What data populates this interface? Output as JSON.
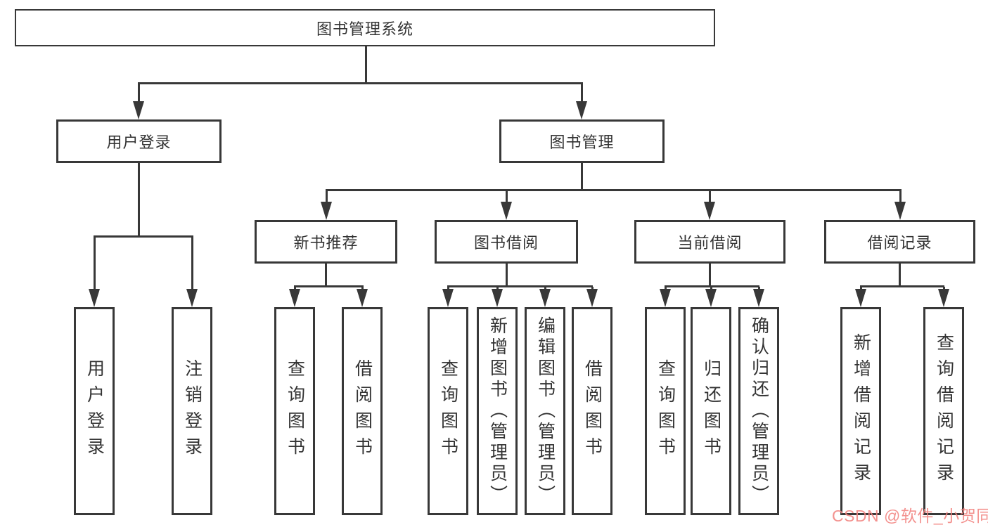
{
  "diagram": {
    "root": {
      "label": "图书管理系统"
    },
    "level2": {
      "user_login": {
        "label": "用户登录"
      },
      "book_mgmt": {
        "label": "图书管理"
      }
    },
    "level3": {
      "new_books": {
        "label": "新书推荐"
      },
      "book_borrow": {
        "label": "图书借阅"
      },
      "current_borrow": {
        "label": "当前借阅"
      },
      "borrow_records": {
        "label": "借阅记录"
      }
    },
    "leaves": {
      "user_login_1": {
        "label": "用户登录"
      },
      "user_login_2": {
        "label": "注销登录"
      },
      "new_books_1": {
        "label": "查询图书"
      },
      "new_books_2": {
        "label": "借阅图书"
      },
      "book_borrow_1": {
        "label": "查询图书"
      },
      "book_borrow_2": {
        "label": "新增图书（管理员）"
      },
      "book_borrow_3": {
        "label": "编辑图书（管理员）"
      },
      "book_borrow_4": {
        "label": "借阅图书"
      },
      "current_borrow_1": {
        "label": "查询图书"
      },
      "current_borrow_2": {
        "label": "归还图书"
      },
      "current_borrow_3": {
        "label": "确认归还（管理员）"
      },
      "borrow_records_1": {
        "label": "新增借阅记录"
      },
      "borrow_records_2": {
        "label": "查询借阅记录"
      }
    },
    "structure": {
      "图书管理系统": [
        "用户登录",
        "图书管理"
      ],
      "用户登录": [
        "用户登录",
        "注销登录"
      ],
      "图书管理": [
        "新书推荐",
        "图书借阅",
        "当前借阅",
        "借阅记录"
      ],
      "新书推荐": [
        "查询图书",
        "借阅图书"
      ],
      "图书借阅": [
        "查询图书",
        "新增图书（管理员）",
        "编辑图书（管理员）",
        "借阅图书"
      ],
      "当前借阅": [
        "查询图书",
        "归还图书",
        "确认归还（管理员）"
      ],
      "借阅记录": [
        "新增借阅记录",
        "查询借阅记录"
      ]
    }
  },
  "watermark": {
    "label": "CSDN @软件_小贺同学",
    "color": "#f2827f"
  },
  "colors": {
    "line": "#383838",
    "text": "#333333",
    "background": "#ffffff"
  }
}
